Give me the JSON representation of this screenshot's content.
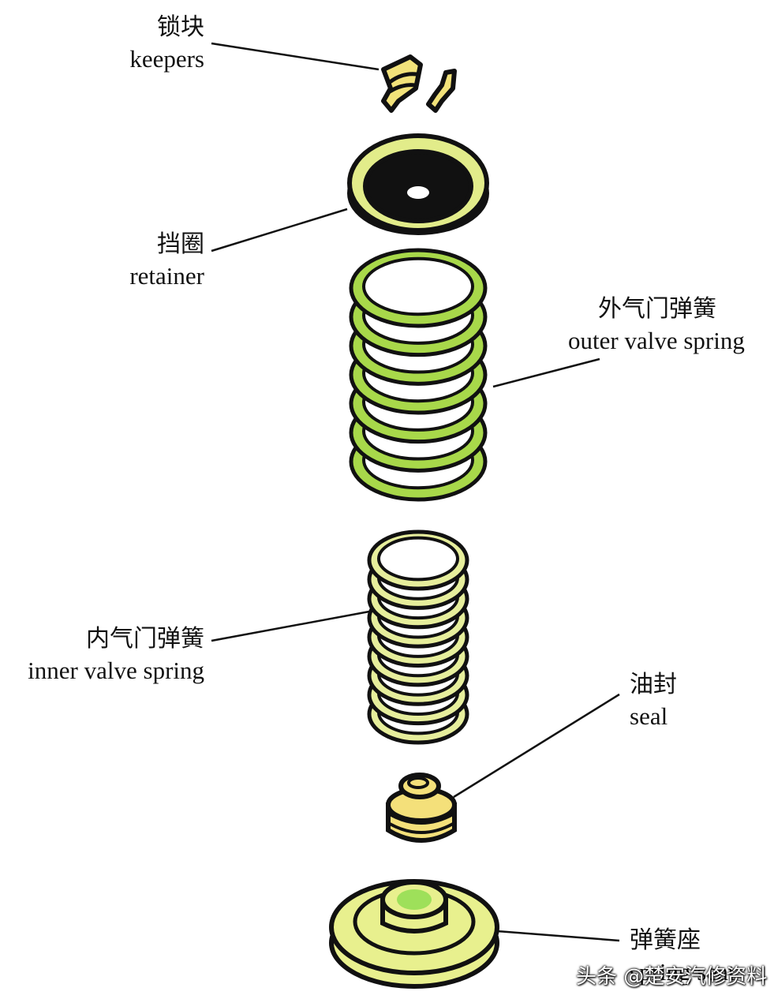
{
  "labels": {
    "keepers": {
      "zh": "锁块",
      "en": "keepers"
    },
    "retainer": {
      "zh": "挡圈",
      "en": "retainer"
    },
    "outer_spring": {
      "zh": "外气门弹簧",
      "en": "outer valve spring"
    },
    "inner_spring": {
      "zh": "内气门弹簧",
      "en": "inner valve spring"
    },
    "seal": {
      "zh": "油封",
      "en": "seal"
    },
    "spring_seat": {
      "zh": "弹簧座",
      "en": "spring seat"
    }
  },
  "watermark": "头条 @楚安汽修资料",
  "colors": {
    "outer_spring": "#a8d84a",
    "inner_spring": "#e6ee9c",
    "retainer": "#e2ec8a",
    "keepers": "#f2e27a",
    "seal": "#f4e07a",
    "seat": "#e8f08e",
    "seat_hub": "#9ee05a",
    "outline": "#111111"
  }
}
